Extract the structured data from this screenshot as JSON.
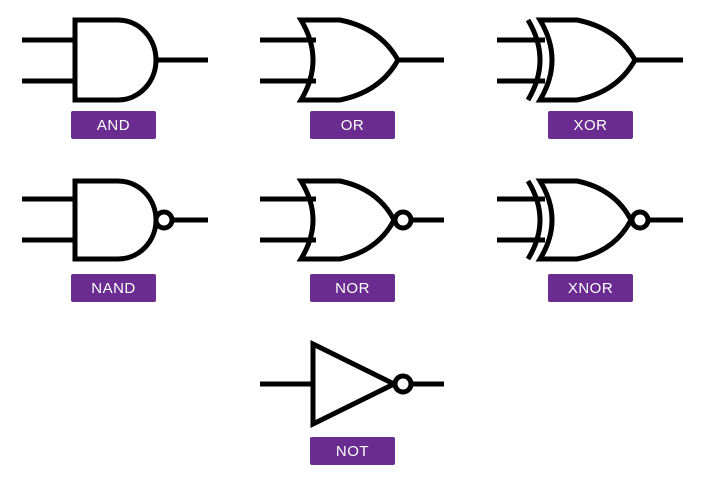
{
  "colors": {
    "label_background": "#6a2c91",
    "label_text": "#ffffff",
    "stroke": "#000000"
  },
  "gates": [
    {
      "id": "and",
      "label": "AND",
      "icon": "and-gate-icon"
    },
    {
      "id": "or",
      "label": "OR",
      "icon": "or-gate-icon"
    },
    {
      "id": "xor",
      "label": "XOR",
      "icon": "xor-gate-icon"
    },
    {
      "id": "nand",
      "label": "NAND",
      "icon": "nand-gate-icon"
    },
    {
      "id": "nor",
      "label": "NOR",
      "icon": "nor-gate-icon"
    },
    {
      "id": "xnor",
      "label": "XNOR",
      "icon": "xnor-gate-icon"
    },
    {
      "id": "not",
      "label": "NOT",
      "icon": "not-gate-icon"
    }
  ]
}
